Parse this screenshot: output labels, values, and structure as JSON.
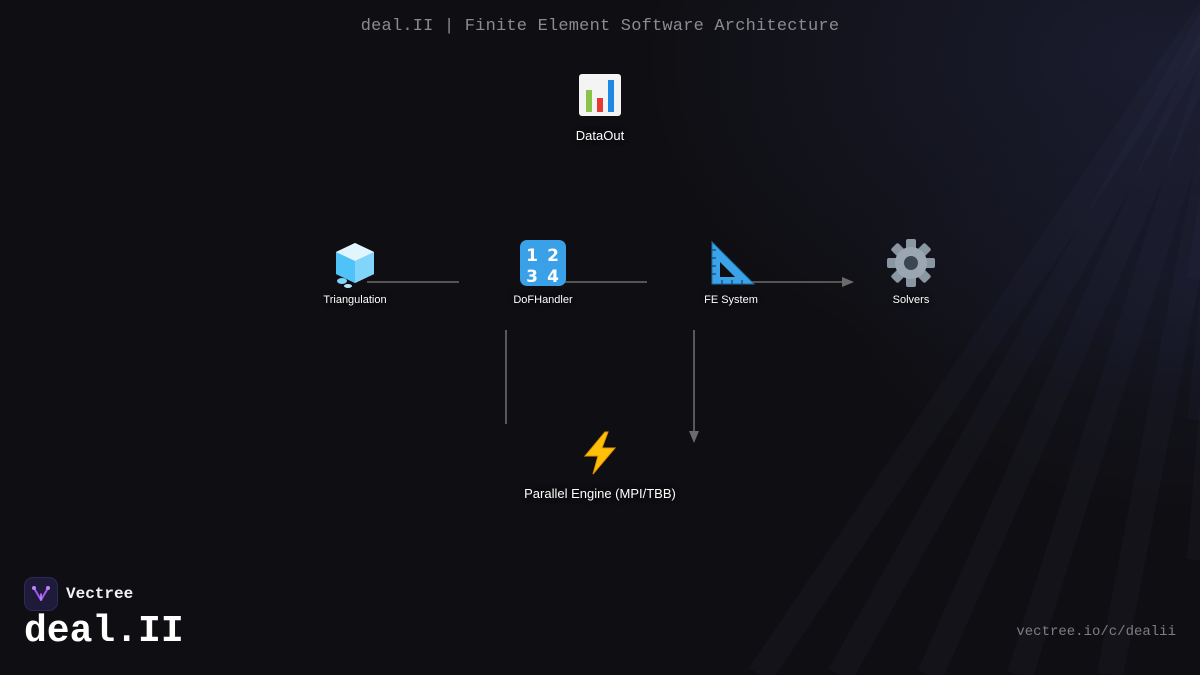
{
  "header": {
    "title": "deal.II | Finite Element Software Architecture"
  },
  "diagram": {
    "nodes": [
      {
        "id": "dataout",
        "label": "DataOut",
        "icon": "bar-chart-icon"
      },
      {
        "id": "triangulation",
        "label": "Triangulation",
        "icon": "ice-cube-icon"
      },
      {
        "id": "dofhandler",
        "label": "DoFHandler",
        "icon": "numbers-1234-icon"
      },
      {
        "id": "fesystem",
        "label": "FE System",
        "icon": "triangular-ruler-icon"
      },
      {
        "id": "solvers",
        "label": "Solvers",
        "icon": "gear-icon"
      },
      {
        "id": "parallel",
        "label": "Parallel Engine (MPI/TBB)",
        "icon": "lightning-icon"
      }
    ],
    "edges": [
      {
        "from": "triangulation",
        "to": "dofhandler",
        "arrow": false
      },
      {
        "from": "dofhandler",
        "to": "fesystem",
        "arrow": false
      },
      {
        "from": "fesystem",
        "to": "solvers",
        "arrow": true
      },
      {
        "from": "dofhandler",
        "to": "parallel",
        "arrow": false
      },
      {
        "from": "fesystem",
        "to": "parallel",
        "arrow": true
      }
    ],
    "colors": {
      "edge": "#6b6b6b",
      "label": "#ffffff",
      "lightning": "#ffc107"
    }
  },
  "footer": {
    "brand_name": "Vectree",
    "product_name": "deal.II",
    "url": "vectree.io/c/dealii",
    "brand_color": "#a855f7"
  }
}
